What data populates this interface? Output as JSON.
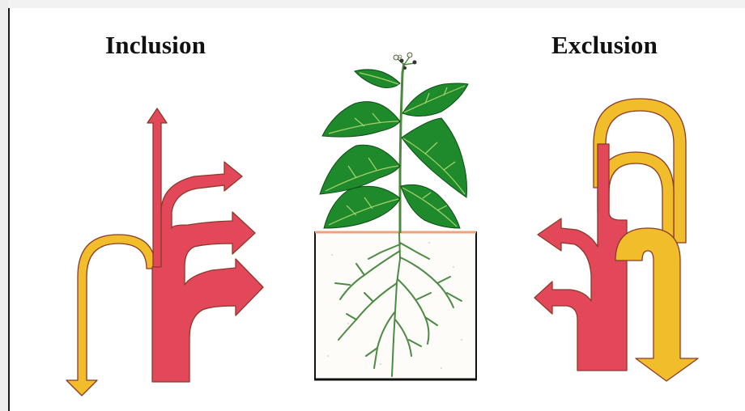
{
  "titles": {
    "inclusion": "Inclusion",
    "exclusion": "Exclusion"
  },
  "colors": {
    "flow_red": "#e2475a",
    "flow_yellow": "#f2bd2b",
    "arrow_outline": "#8a3a2a",
    "leaf_green": "#1f8a2c",
    "leaf_vein": "#a6d46b",
    "stem": "#4a8a3a",
    "root": "#4c8a45",
    "soil_line": "#f0a07a",
    "pot_border": "#111111"
  },
  "icons": {
    "left_panel": "inclusion-flow-arrows",
    "center": "plant-in-soil-pot",
    "right_panel": "exclusion-flow-arrows"
  }
}
